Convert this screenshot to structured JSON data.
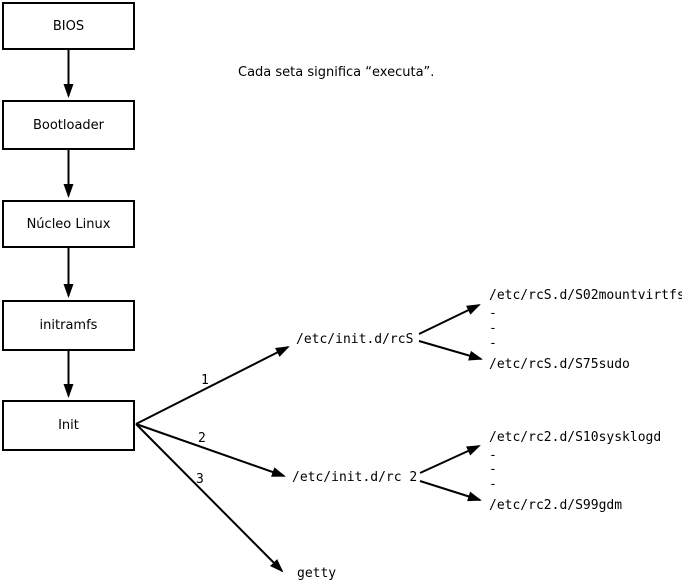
{
  "legend_note": "Cada seta significa “executa”.",
  "colors": {
    "background": "#ffffff",
    "stroke": "#000000",
    "text": "#000000"
  },
  "flow_boxes": [
    {
      "label": "BIOS"
    },
    {
      "label": "Bootloader"
    },
    {
      "label": "Núcleo Linux"
    },
    {
      "label": "initramfs"
    },
    {
      "label": "Init"
    }
  ],
  "init_branches": [
    {
      "order": "1",
      "target": "/etc/init.d/rcS"
    },
    {
      "order": "2",
      "target": "/etc/init.d/rc 2"
    },
    {
      "order": "3",
      "target": "getty"
    }
  ],
  "rcS_scripts": {
    "first": "/etc/rcS.d/S02mountvirtfs",
    "ellipsis": [
      "-",
      "-",
      "-"
    ],
    "last": "/etc/rcS.d/S75sudo"
  },
  "rc2_scripts": {
    "first": "/etc/rc2.d/S10sysklogd",
    "ellipsis": [
      "-",
      "-",
      "-"
    ],
    "last": "/etc/rc2.d/S99gdm"
  }
}
